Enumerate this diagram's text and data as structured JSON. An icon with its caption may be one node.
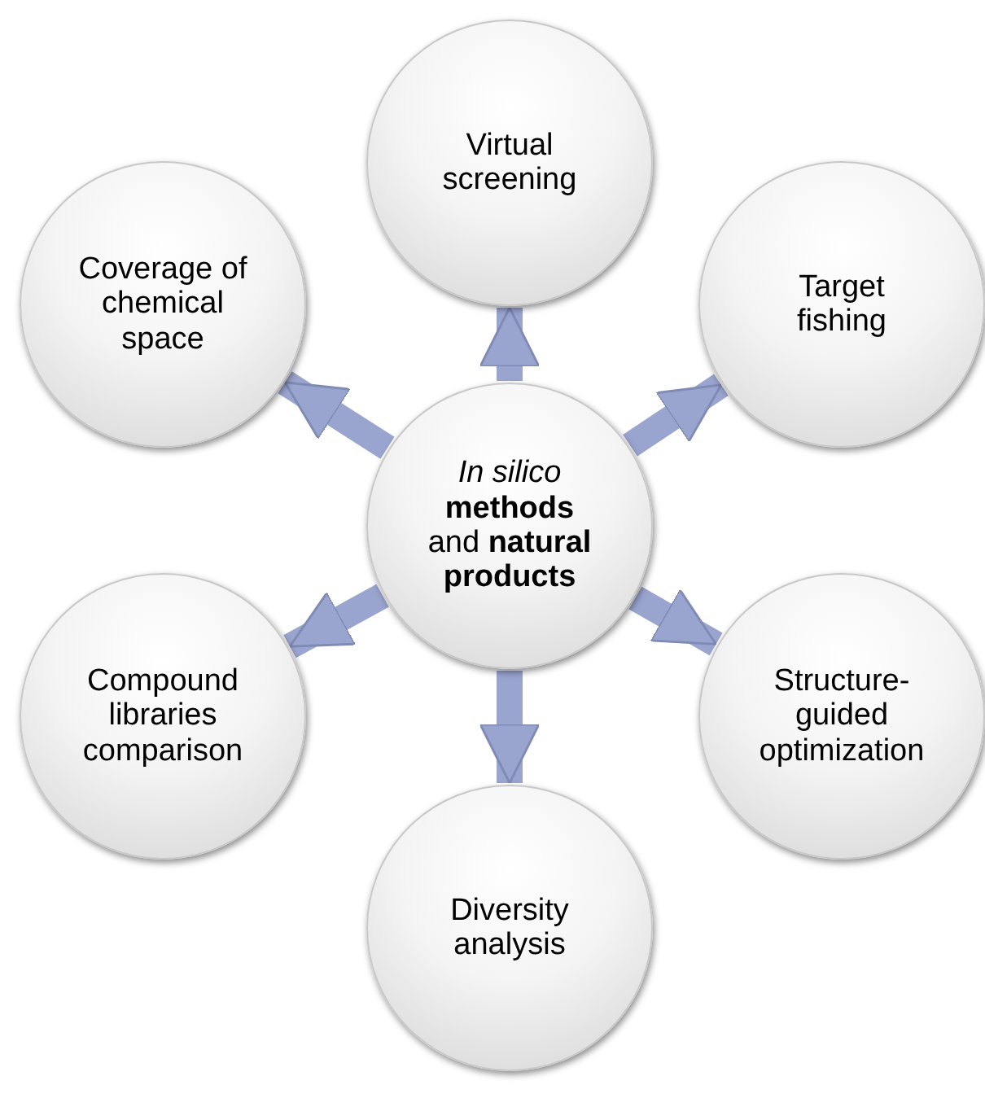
{
  "diagram": {
    "nodes": [
      {
        "text": [
          "Virtual screening"
        ]
      },
      {
        "text": [
          "Coverage of chemical space"
        ]
      },
      {
        "text": [
          "Target fishing"
        ]
      },
      {
        "text": [
          "*In silico* **methods** and **natural products**"
        ]
      },
      {
        "text": [
          "Compound libraries comparison"
        ]
      },
      {
        "text": [
          "Structure- guided optimization"
        ]
      },
      {
        "text": [
          "Diversity analysis"
        ]
      }
    ],
    "edges": [
      {
        "from": 3,
        "to": 0,
        "arrow": "to"
      },
      {
        "from": 3,
        "to": 2,
        "arrow": "to"
      },
      {
        "from": 3,
        "to": 5,
        "arrow": "to"
      },
      {
        "from": 3,
        "to": 6,
        "arrow": "to"
      },
      {
        "from": 3,
        "to": 4,
        "arrow": "to"
      },
      {
        "from": 3,
        "to": 1,
        "arrow": "to"
      }
    ]
  }
}
